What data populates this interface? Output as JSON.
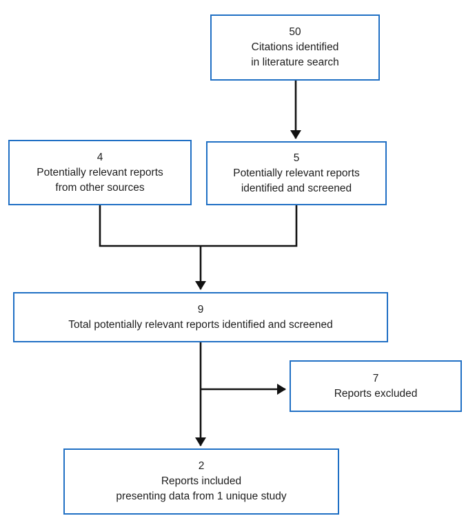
{
  "diagram": {
    "title": "literature-screening-flowchart",
    "colors": {
      "box_border": "#1f6fc4",
      "arrow": "#111111",
      "text": "#1d1d1d",
      "background": "#ffffff"
    },
    "boxes": {
      "citations": {
        "count": "50",
        "lines": [
          "Citations identified",
          "in literature search"
        ]
      },
      "other_sources": {
        "count": "4",
        "lines": [
          "Potentially relevant reports",
          "from other sources"
        ]
      },
      "screened": {
        "count": "5",
        "lines": [
          "Potentially relevant reports",
          "identified and screened"
        ]
      },
      "total": {
        "count": "9",
        "lines": [
          "Total potentially relevant reports identified and screened"
        ]
      },
      "excluded": {
        "count": "7",
        "lines": [
          "Reports excluded"
        ]
      },
      "included": {
        "count": "2",
        "lines": [
          "Reports included",
          "presenting data from 1 unique study"
        ]
      }
    }
  }
}
